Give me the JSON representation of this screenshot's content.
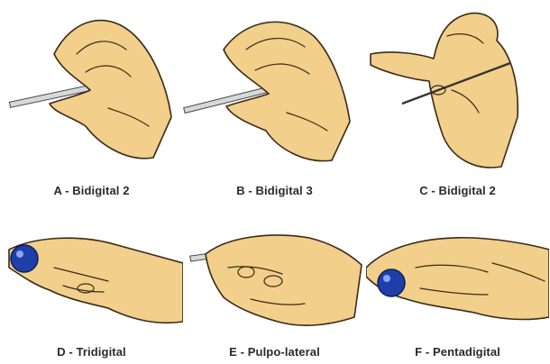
{
  "panels": [
    {
      "label": "A - Bidigital 2",
      "object": "pencil-tool"
    },
    {
      "label": "B - Bidigital 3",
      "object": "pencil-tool"
    },
    {
      "label": "C - Bidigital 2",
      "object": "needle-tool"
    },
    {
      "label": "D - Tridigital",
      "object": "blue-ball"
    },
    {
      "label": "E - Pulpo-lateral",
      "object": "key-tool"
    },
    {
      "label": "F - Pentadigital",
      "object": "blue-ball"
    }
  ],
  "colors": {
    "skin": "#f2cf8a",
    "outline": "#3a2a18",
    "ball": "#1f3fa8",
    "tool": "#d8d8d8"
  }
}
